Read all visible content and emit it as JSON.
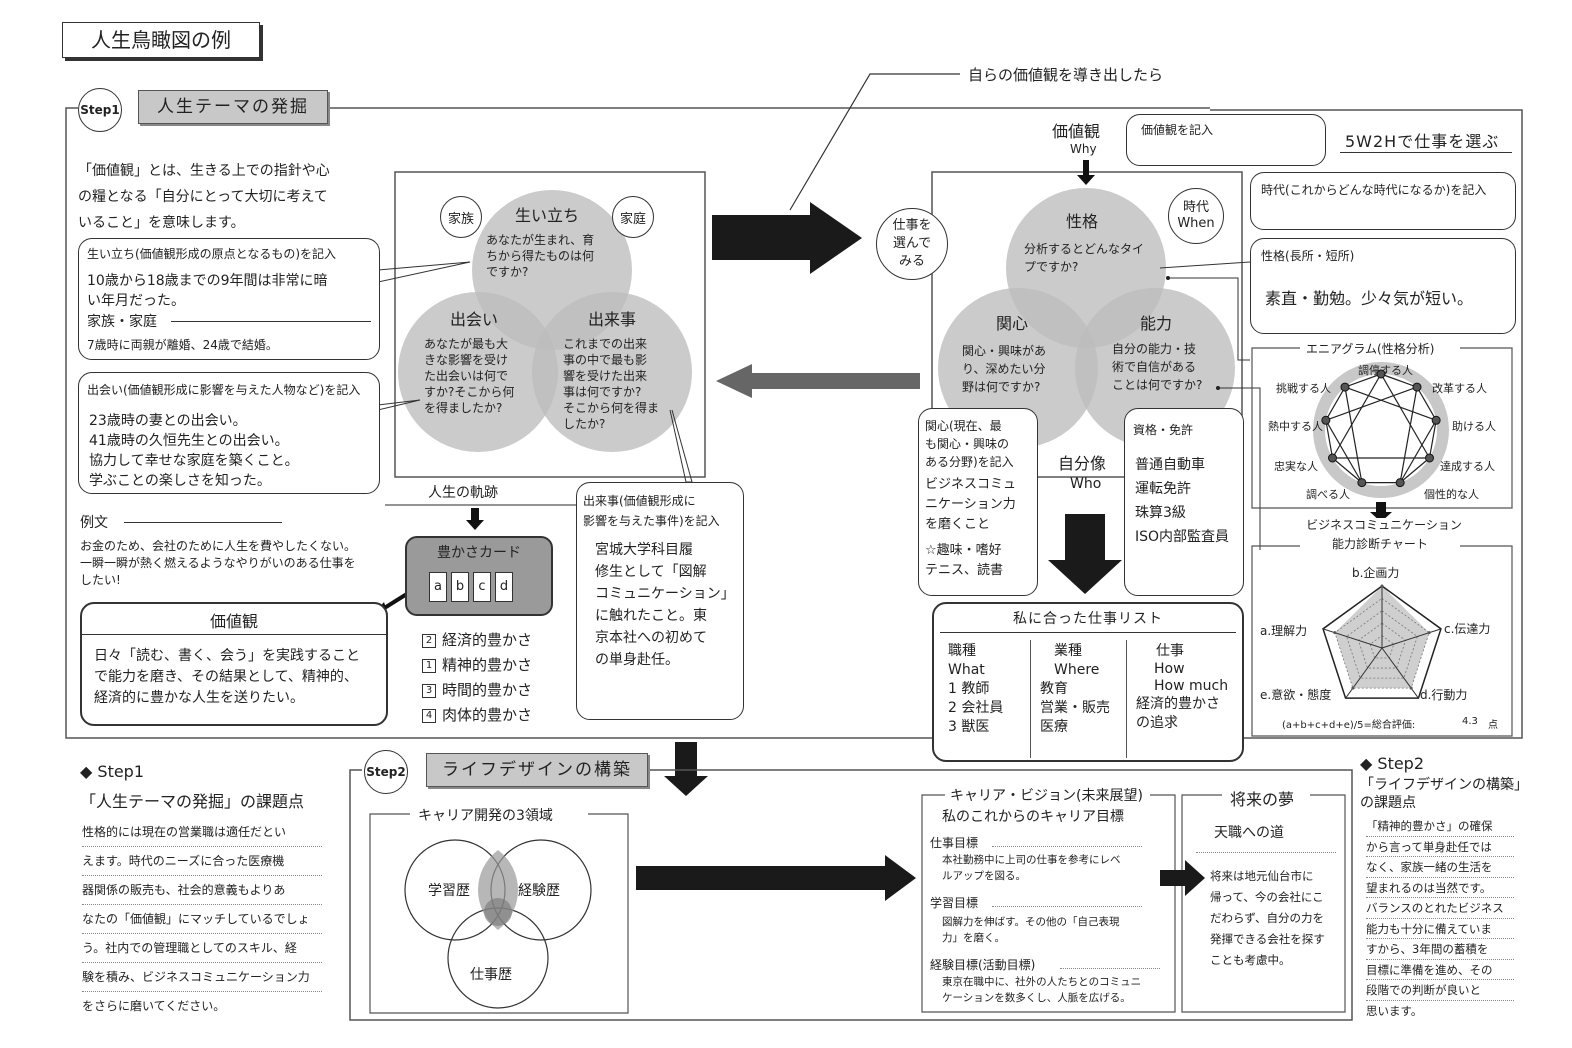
{
  "page_title": "人生鳥瞰図の例",
  "step1": {
    "badge": "Step1",
    "title": "人生テーマの発掘",
    "intro": "「価値観」とは、生きる上での指針や心\nの糧となる「自分にとって大切に考えて\nいること」を意味します。",
    "origin_box": {
      "heading": "生い立ち(価値観形成の原点となるもの)を記入",
      "text": "10歳から18歳までの9年間は非常に暗\nい年月だった。",
      "sub_heading": "家族・家庭",
      "sub_text": "7歳時に両親が離婚、24歳で結婚。"
    },
    "encounter_box": {
      "heading": "出会い(価値観形成に影響を与えた人物など)を記入",
      "text": "23歳時の妻との出会い。\n41歳時の久恒先生との出会い。\n協力して幸せな家庭を築くこと。\n学ぶことの楽しさを知った。"
    },
    "example": {
      "label": "例文",
      "text": "お金のため、会社のために人生を費やしたくない。\n一瞬一瞬が熱く燃えるようなやりがいのある仕事を\nしたい!"
    },
    "values_box": {
      "title": "価値観",
      "text": "日々「読む、書く、会う」を実践すること\nで能力を磨き、その結果として、精神的、\n経済的に豊かな人生を送りたい。"
    },
    "venn": {
      "tag_left": "家族",
      "tag_right": "家庭",
      "circles": [
        {
          "title": "生い立ち",
          "question": "あなたが生まれ、育\nちから得たものは何\nですか?"
        },
        {
          "title": "出会い",
          "question": "あなたが最も大\nきな影響を受け\nた出会いは何で\nすか?そこから何\nを得ましたか?"
        },
        {
          "title": "出来事",
          "question": "これまでの出来\n事の中で最も影\n響を受けた出来\n事は何ですか?\nそこから何を得ま\nしたか?"
        }
      ],
      "trajectory_label": "人生の軌跡"
    },
    "richness_card": {
      "title": "豊かさカード",
      "slots": [
        "a",
        "b",
        "c",
        "d"
      ],
      "ranking": [
        {
          "rank": "2",
          "label": "経済的豊かさ"
        },
        {
          "rank": "1",
          "label": "精神的豊かさ"
        },
        {
          "rank": "3",
          "label": "時間的豊かさ"
        },
        {
          "rank": "4",
          "label": "肉体的豊かさ"
        }
      ]
    },
    "event_box": {
      "heading": "出来事(価値観形成に\n影響を与えた事件)を記入",
      "text": "宮城大学科目履\n修生として「図解\nコミュニケーション」\nに触れたこと。東\n京本社への初めて\nの単身赴任。"
    }
  },
  "connector_label": "自らの価値観を導き出したら",
  "job_select": {
    "circle_tag": "仕事を\n選んで\nみる",
    "heading": "5W2Hで仕事を選ぶ",
    "why_label": "価値観",
    "why_sub": "Why",
    "why_bubble": "価値観を記入",
    "when_tag": "時代\nWhen",
    "when_box": "時代(これからどんな時代になるか)を記入",
    "personality_box": {
      "heading": "性格(長所・短所)",
      "text": "素直・勤勉。少々気が短い。"
    },
    "venn": [
      {
        "title": "性格",
        "question": "分析するとどんなタイ\nプですか?"
      },
      {
        "title": "関心",
        "question": "関心・興味があ\nり、深めたい分\n野は何ですか?"
      },
      {
        "title": "能力",
        "question": "自分の能力・技\n術で自信がある\nことは何ですか?"
      }
    ],
    "who_label": "自分像",
    "who_sub": "Who",
    "interest_box": {
      "heading": "関心(現在、最\nも関心・興味の\nある分野)を記入",
      "text": "ビジネスコミュ\nニケーション力\nを磨くこと",
      "hobby": "☆趣味・嗜好\nテニス、読書"
    },
    "license_box": {
      "heading": "資格・免許",
      "text": "普通自動車\n運転免許\n珠算3級\nISO内部監査員"
    },
    "job_list": {
      "title": "私に合った仕事リスト",
      "columns": [
        {
          "head": "職種",
          "sub": "What",
          "items": [
            "1 教師",
            "2 会社員",
            "3 獣医"
          ]
        },
        {
          "head": "業種",
          "sub": "Where",
          "items": [
            "教育",
            "営業・販売",
            "医療"
          ]
        },
        {
          "head": "仕事",
          "sub": "How\nHow much",
          "items": [
            "経済的豊かさ",
            "の追求"
          ]
        }
      ]
    },
    "enneagram": {
      "title": "エニアグラム(性格分析)",
      "types": [
        "調停する人",
        "改革する人",
        "助ける人",
        "達成する人",
        "個性的な人",
        "調べる人",
        "忠実な人",
        "熱中する人",
        "挑戦する人"
      ]
    }
  },
  "chart_data": {
    "type": "radar",
    "title": "ビジネスコミュニケーション\n能力診断チャート",
    "axes": [
      "b.企画力",
      "c.伝達力",
      "d.行動力",
      "e.意欲・態度",
      "a.理解力"
    ],
    "max": 5,
    "gridlines": 5,
    "values": [
      5,
      4,
      4,
      4,
      4
    ],
    "score_label": "(a+b+c+d+e)/5=総合評価:",
    "score_value": "4.3",
    "score_unit": "点"
  },
  "step1_review": {
    "marker": "◆",
    "badge": "Step1",
    "title": "「人生テーマの発掘」の課題点",
    "lines": [
      "性格的には現在の営業職は適任だとい",
      "えます。時代のニーズに合った医療機",
      "器関係の販売も、社会的意義もよりあ",
      "なたの「価値観」にマッチしているでしょ",
      "う。社内での管理職としてのスキル、経",
      "験を積み、ビジネスコミュニケーション力",
      "をさらに磨いてください。"
    ]
  },
  "step2": {
    "badge": "Step2",
    "title": "ライフデザインの構築",
    "domains_title": "キャリア開発の3領域",
    "domains": [
      "学習歴",
      "経験歴",
      "仕事歴"
    ],
    "vision": {
      "title": "キャリア・ビジョン(未来展望)",
      "subtitle": "私のこれからのキャリア目標",
      "goals": [
        {
          "label": "仕事目標",
          "text": "本社勤務中に上司の仕事を参考にレベ\nルアップを図る。"
        },
        {
          "label": "学習目標",
          "text": "図解力を伸ばす。その他の「自己表現\n力」を磨く。"
        },
        {
          "label": "経験目標(活動目標)",
          "text": "東京在職中に、社外の人たちとのコミュニ\nケーションを数多くし、人脈を広げる。"
        }
      ]
    },
    "dream": {
      "title": "将来の夢",
      "subtitle": "天職への道",
      "text": "将来は地元仙台市に\n帰って、今の会社にこ\nだわらず、自分の力を\n発揮できる会社を探す\nことも考慮中。"
    }
  },
  "step2_review": {
    "marker": "◆",
    "badge": "Step2",
    "title": "「ライフデザインの構築」\nの課題点",
    "lines": [
      "「精神的豊かさ」の確保",
      "から言って単身赴任では",
      "なく、家族一緒の生活を",
      "望まれるのは当然です。",
      "バランスのとれたビジネス",
      "能力も十分に備えていま",
      "すから、3年間の蓄積を",
      "目標に準備を進め、その",
      "段階での判断が良いと",
      "思います。"
    ]
  },
  "colors": {
    "ink": "#222222",
    "circle_fill": "#bdbdbd",
    "band_fill": "#c8c8c8",
    "arrow_dark": "#1a1a1a",
    "arrow_mid": "#666666"
  }
}
